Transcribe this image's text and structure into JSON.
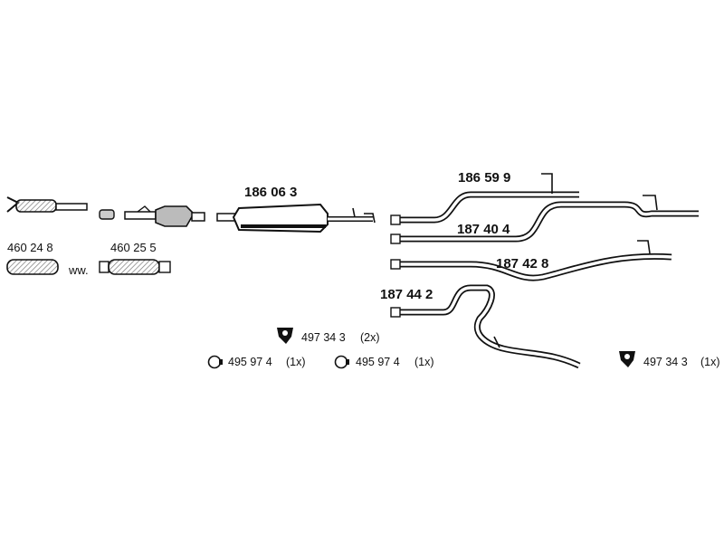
{
  "parts": {
    "front_pipe_flex": "460 24 8",
    "alternative_word": "ww.",
    "catalyst_flex": "460 25 5",
    "middle_silencer": "186 06 3",
    "tail_pipe_upper": "186 59 9",
    "tail_pipe_mid": "187 40 4",
    "tail_pipe_lower": "187 42 8",
    "tail_pipe_bottom": "187 44 2"
  },
  "accessories": {
    "rubber_mount_center": {
      "number": "497 34 3",
      "qty": "(2x)"
    },
    "clamp_left": {
      "number": "495 97 4",
      "qty": "(1x)"
    },
    "clamp_right": {
      "number": "495 97 4",
      "qty": "(1x)"
    },
    "rubber_mount_right": {
      "number": "497 34 3",
      "qty": "(1x)"
    }
  },
  "icons": {
    "rubber_mount": "rubber-mount-icon",
    "clamp": "clamp-icon"
  },
  "colors": {
    "line": "#111111",
    "fill": "#ffffff",
    "hatch": "#888888"
  }
}
